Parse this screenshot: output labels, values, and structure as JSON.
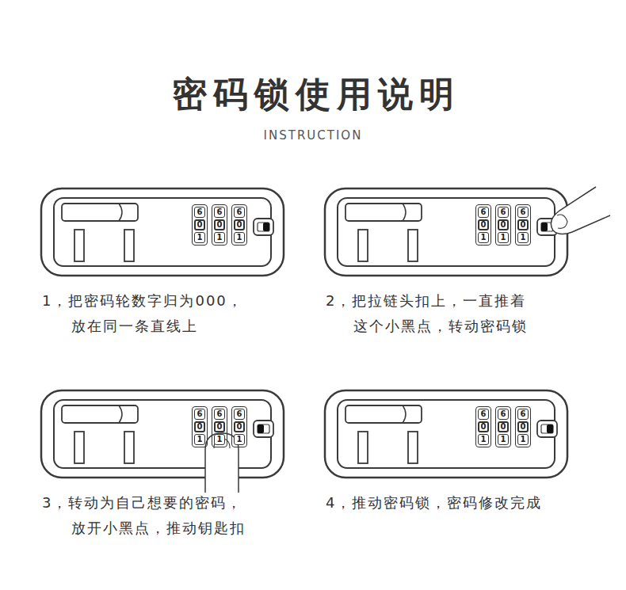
{
  "diagram": {
    "title": "密码锁使用说明",
    "nodes": [
      {
        "text": [
          "6",
          "0",
          "1"
        ]
      },
      {
        "text": [
          "6",
          "0",
          "1"
        ]
      },
      {
        "text": [
          "6",
          "0",
          "1"
        ]
      },
      {
        "text": [
          "6",
          "0",
          "1"
        ]
      },
      {
        "text": [
          "6",
          "0",
          "1"
        ]
      },
      {
        "text": [
          "6",
          "0",
          "1"
        ]
      },
      {
        "text": [
          "6",
          "0",
          "1"
        ]
      },
      {
        "text": [
          "6",
          "0",
          "1"
        ]
      },
      {
        "text": [
          "6",
          "0",
          "1"
        ]
      },
      {
        "text": [
          "6",
          "0",
          "1"
        ]
      },
      {
        "text": [
          "6",
          "0",
          "1"
        ]
      },
      {
        "text": [
          "6",
          "0",
          "1"
        ]
      }
    ],
    "labels": [
      "INSTRUCTION",
      "1，把密码轮数字归为000，",
      "放在同一条直线上",
      "2，把拉链头扣上，一直推着",
      "这个小黑点，转动密码锁",
      "3，转动为自己想要的密码，",
      "放开小黑点，推动钥匙扣",
      "4，推动密码锁，密码修改完成"
    ]
  }
}
